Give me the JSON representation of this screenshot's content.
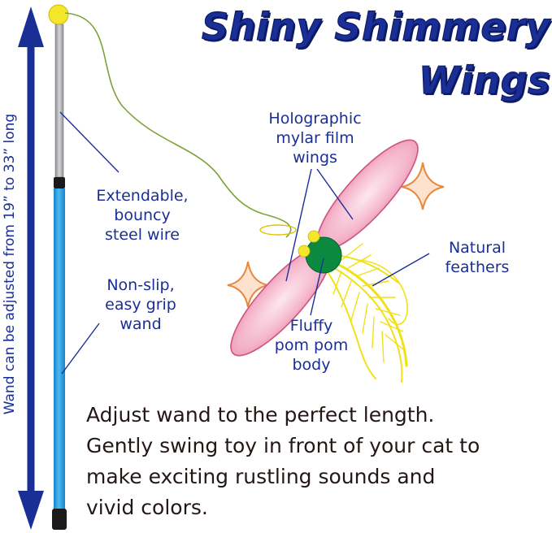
{
  "title": {
    "line1": "Shiny Shimmery",
    "line2": "Wings"
  },
  "vertical_caption": "Wand can be adjusted from 19” to 33” long",
  "callouts": {
    "wire": [
      "Extendable,",
      "bouncy",
      "steel wire"
    ],
    "grip": [
      "Non-slip,",
      "easy grip",
      "wand"
    ],
    "wings": [
      "Holographic",
      "mylar film",
      "wings"
    ],
    "feathers": [
      "Natural",
      "feathers"
    ],
    "body": [
      "Fluffy",
      "pom pom",
      "body"
    ]
  },
  "instructions": [
    "Adjust wand to the perfect length.",
    "Gently swing toy in front of your cat to",
    "make exciting rustling sounds and",
    "vivid colors."
  ],
  "colors": {
    "navy": "#1a2f96",
    "wand_blue": "#1e9be0",
    "wire_silver": "#a9aaad",
    "wing_pink": "#f0a6c0",
    "pom_green": "#0b8a3f",
    "feather_yellow": "#f2e418",
    "sparkle_orange": "#e8883a"
  }
}
